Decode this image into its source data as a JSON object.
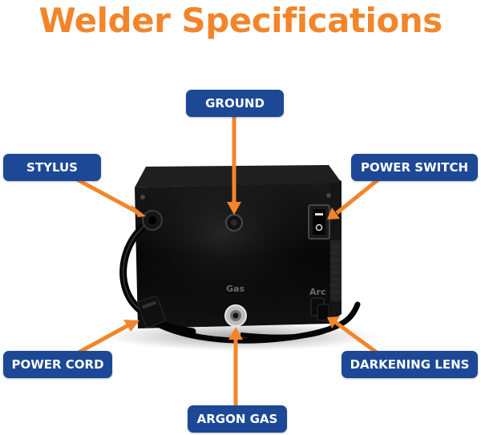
{
  "title": "Welder Specifications",
  "port_labels": {
    "left": "Gas",
    "right": "Arc"
  },
  "labels": {
    "ground": "GROUND",
    "stylus": "STYLUS",
    "power_switch": "POWER SWITCH",
    "power_cord": "POWER CORD",
    "darkening_lens": "DARKENING LENS",
    "argon_gas": "ARGON GAS"
  },
  "colors": {
    "title": "#f2852b",
    "label_bg": "#1c4895",
    "arrow": "#f2852b",
    "device": "#0b0b0b"
  }
}
